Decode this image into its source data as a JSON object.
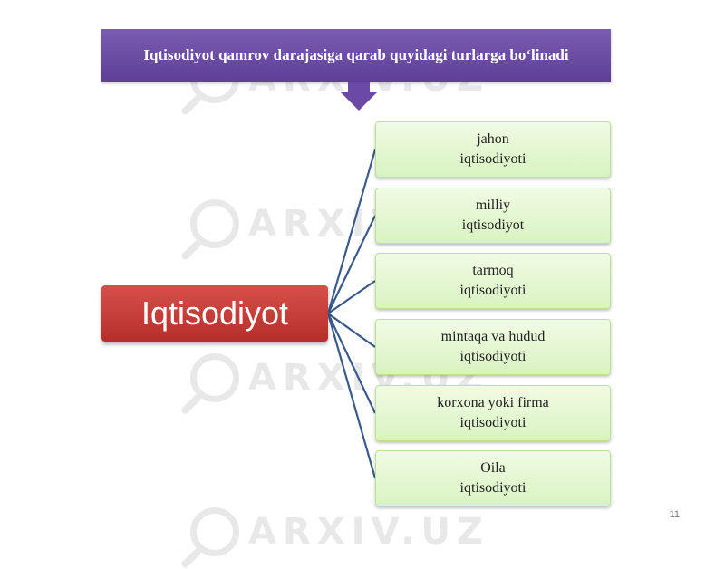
{
  "header": {
    "title": "Iqtisodiyot qamrov darajasiga qarab quyidagi turlarga boʻlinadi"
  },
  "root": {
    "label": "Iqtisodiyot"
  },
  "children": [
    {
      "line1": "jahon",
      "line2": "iqtisodiyoti"
    },
    {
      "line1": "milliy",
      "line2": "iqtisodiyot"
    },
    {
      "line1": "tarmoq",
      "line2": "iqtisodiyoti"
    },
    {
      "line1": "mintaqa va hudud",
      "line2": "iqtisodiyoti"
    },
    {
      "line1": "korxona yoki firma",
      "line2": "iqtisodiyoti"
    },
    {
      "line1": "Oila",
      "line2": "iqtisodiyoti"
    }
  ],
  "watermark": {
    "text": "ARXIV.UZ"
  },
  "page_number": "11",
  "colors": {
    "header": "#6a4aa5",
    "root": "#c43b35",
    "child_fill": "#e4f7d2",
    "connector": "#3a5a8c"
  }
}
